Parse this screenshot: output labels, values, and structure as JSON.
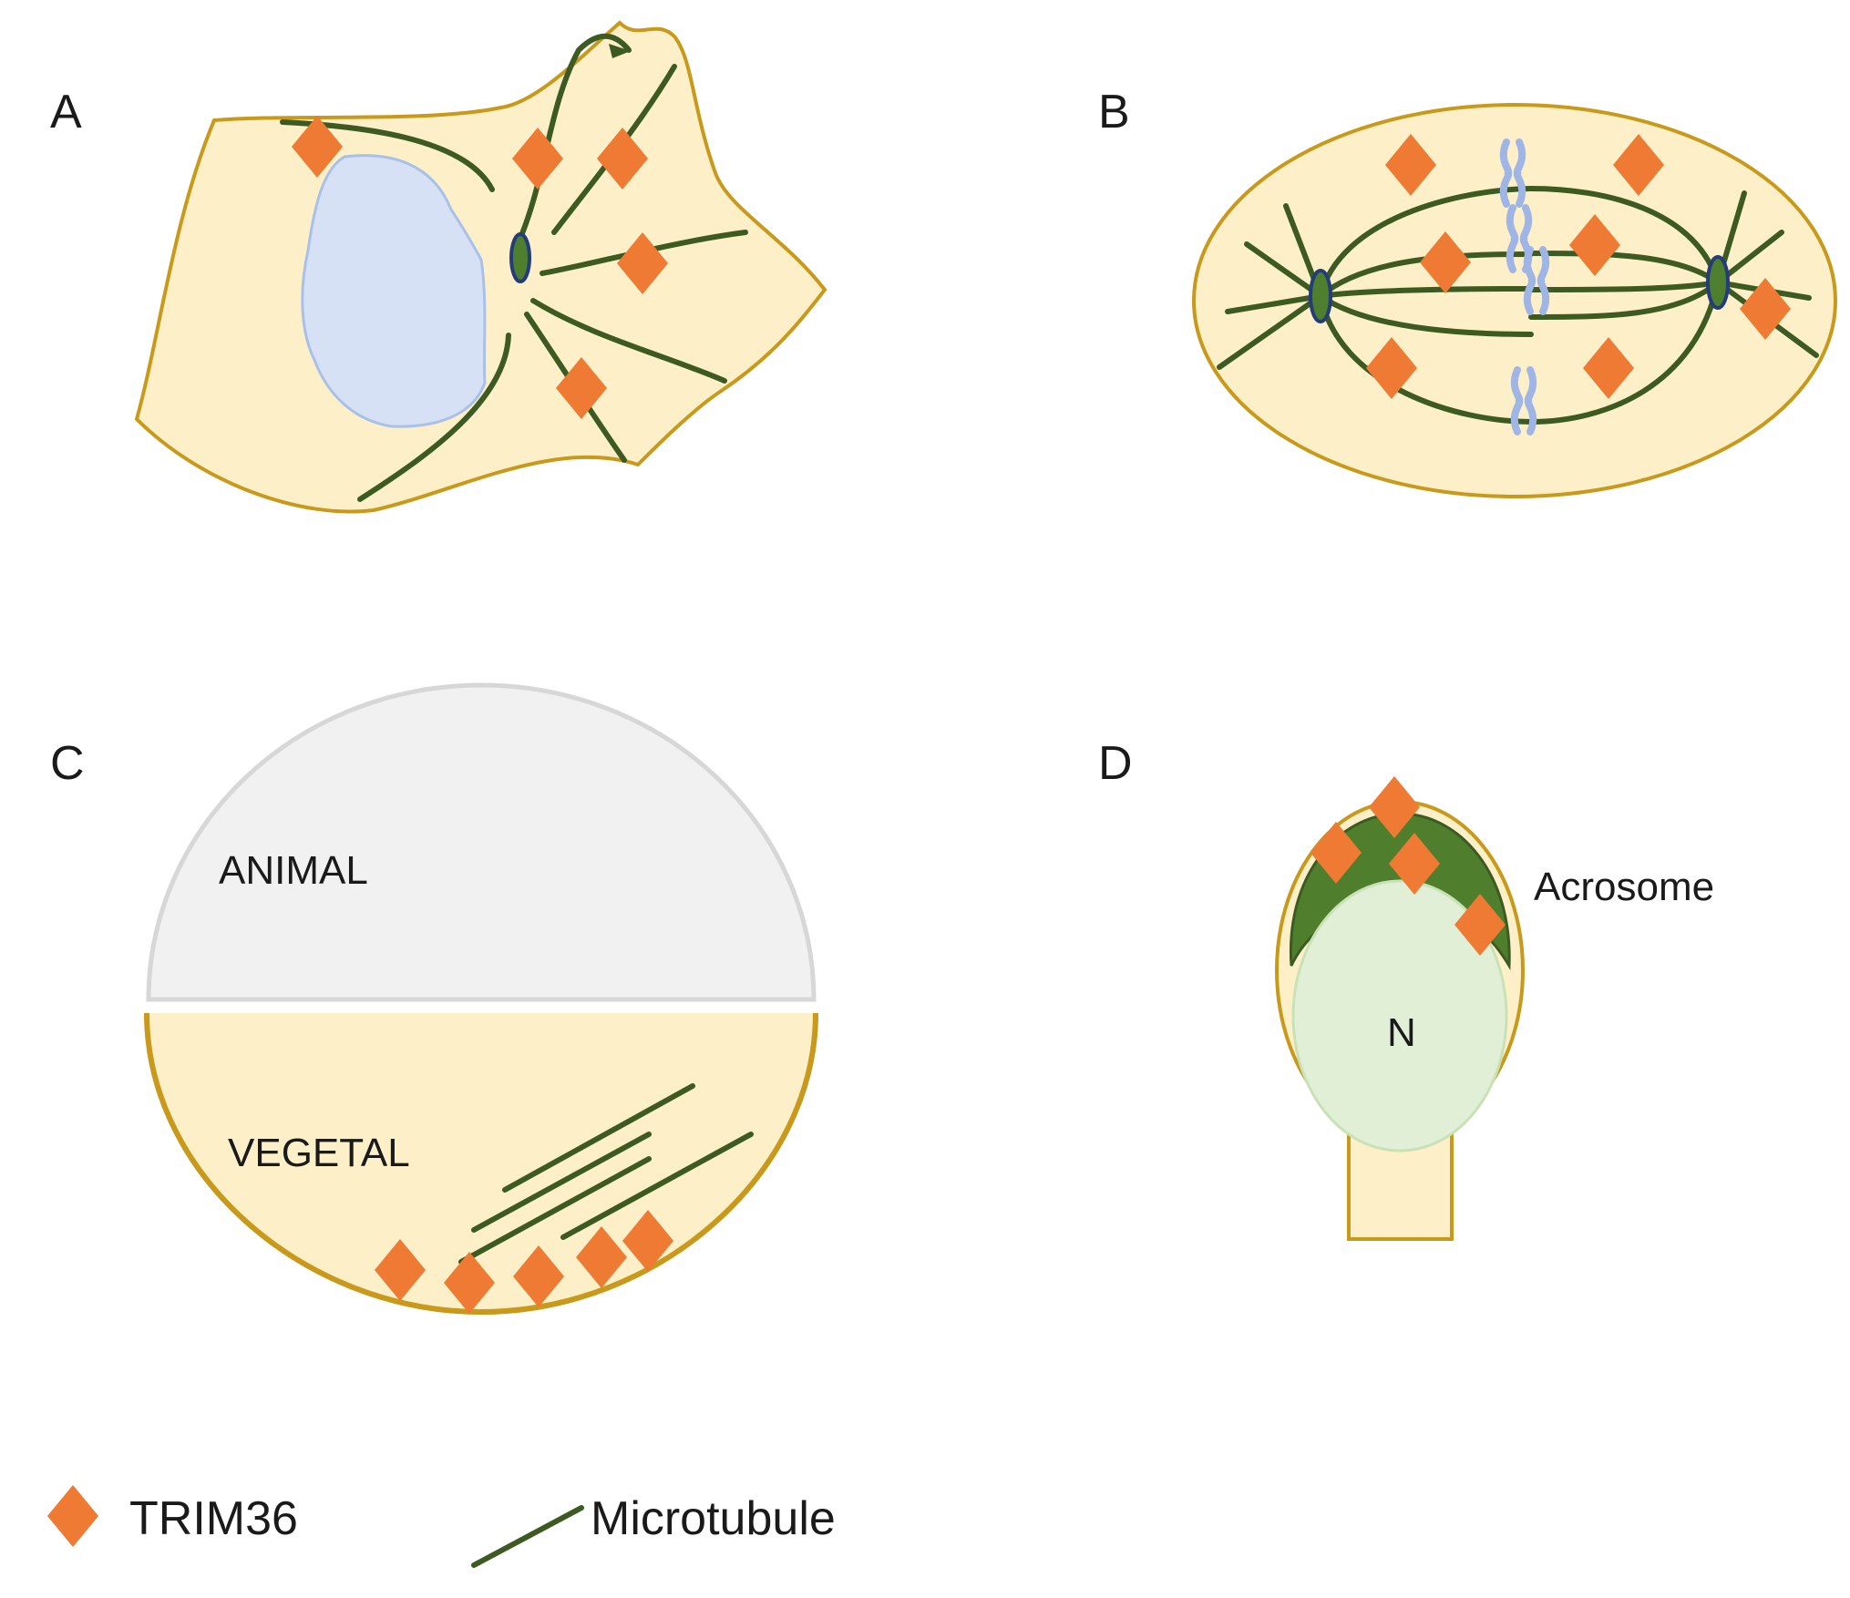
{
  "panels": {
    "a": {
      "letter": "A"
    },
    "b": {
      "letter": "B"
    },
    "c": {
      "letter": "C",
      "animal_label": "ANIMAL",
      "vegetal_label": "VEGETAL"
    },
    "d": {
      "letter": "D",
      "nucleus_label": "N",
      "acrosome_label": "Acrosome"
    }
  },
  "legend": {
    "trim36_label": "TRIM36",
    "microtubule_label": "Microtubule"
  },
  "colors": {
    "cytoplasm": "#fdf0c8",
    "membrane": "#c8991a",
    "microtubule": "#3c5a22",
    "trim36": "#ee7a33",
    "nucleus": "#d6e1f5",
    "nucleus_border": "#a9c1e8",
    "centrosome": "#4e7f2e",
    "centrosome_border": "#243d7a",
    "chromosome": "#9fb5e5",
    "animal_pole": "#f1f1f1",
    "animal_border": "#d7d7d7",
    "acrosome": "#4f7e2d",
    "sperm_nucleus": "#e0efd6",
    "sperm_nucleus_border": "#c8e2b6"
  }
}
